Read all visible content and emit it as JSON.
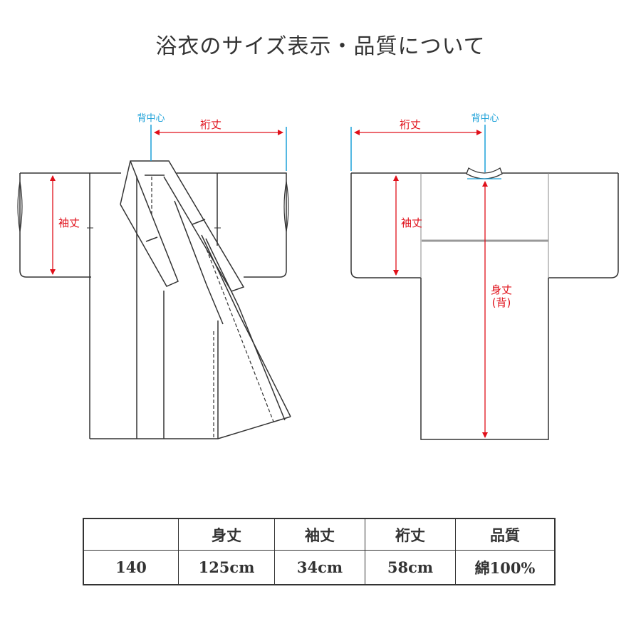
{
  "title": "浴衣のサイズ表示・品質について",
  "diagram": {
    "front": {
      "label_back_center": "背中心",
      "label_yuki": "裄丈",
      "label_sode": "袖丈"
    },
    "back": {
      "label_back_center": "背中心",
      "label_yuki": "裄丈",
      "label_sode": "袖丈",
      "label_mitake": "身丈",
      "label_mitake_note": "(背)"
    },
    "colors": {
      "measure_red": "#e0101a",
      "center_blue": "#1aa0d8",
      "outline": "#333333",
      "back_seam_gray": "#999999"
    }
  },
  "table": {
    "headers": [
      "",
      "身丈",
      "袖丈",
      "裄丈",
      "品質"
    ],
    "rows": [
      [
        "140",
        "125cm",
        "34cm",
        "58cm",
        "綿100%"
      ]
    ]
  }
}
